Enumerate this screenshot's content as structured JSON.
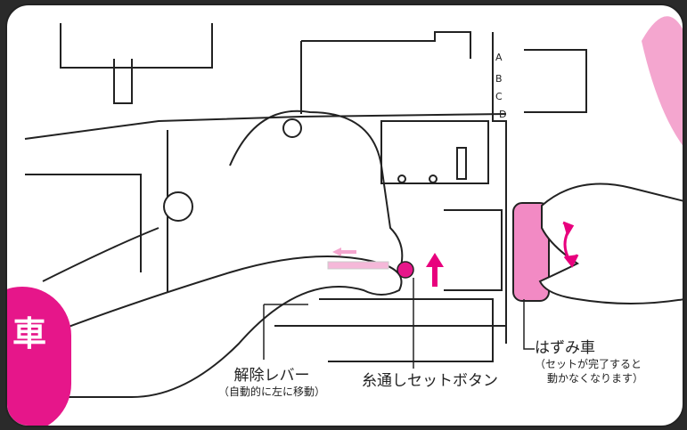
{
  "side_badge": {
    "text": "車",
    "color": "#e6168a"
  },
  "labels": {
    "release_lever": {
      "title": "解除レバー",
      "note": "（自動的に左に移動）"
    },
    "set_button": {
      "title": "糸通しセットボタン"
    },
    "handwheel": {
      "title": "はずみ車",
      "note_line1": "（セットが完了すると",
      "note_line2": "動かなくなります）"
    }
  },
  "machine_marks": {
    "dial_letters": [
      "A",
      "B",
      "C",
      "D"
    ]
  },
  "colors": {
    "accent_pink": "#e6168a",
    "wheel_pink": "#f28ac4",
    "arrow_pink": "#e8007d",
    "line": "#222222"
  }
}
